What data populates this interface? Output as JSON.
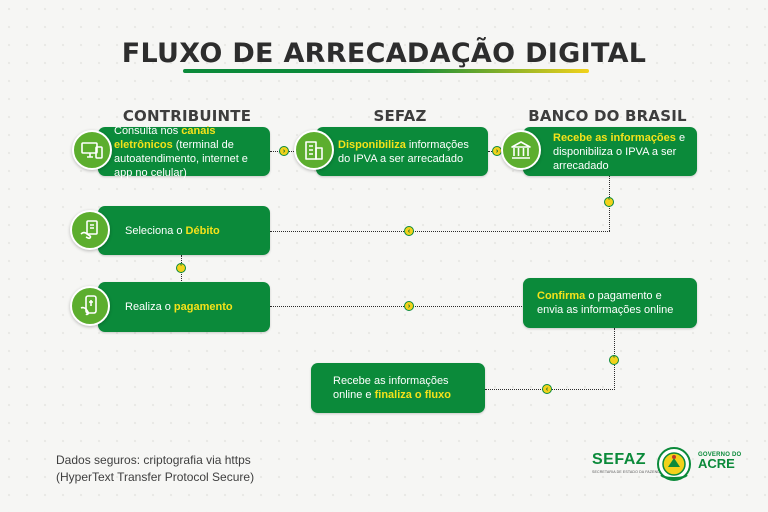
{
  "title": "FLUXO DE ARRECADAÇÃO DIGITAL",
  "columns": {
    "contribuinte": "CONTRIBUINTE",
    "sefaz": "SEFAZ",
    "banco": "BANCO DO BRASIL"
  },
  "steps": {
    "consulta": {
      "before": "Consulta nos ",
      "highlight": "canais eletrônicos",
      "after": " (terminal de autoatendimento, internet e app no celular)"
    },
    "disponibiliza": {
      "highlight": "Disponibiliza",
      "after": " informações do IPVA a ser arrecadado"
    },
    "recebe_bb": {
      "highlight": "Recebe as informações",
      "after": " e disponibiliza o IPVA a ser arrecadado"
    },
    "seleciona": {
      "before": "Seleciona o ",
      "highlight": "Débito"
    },
    "realiza": {
      "before": "Realiza o ",
      "highlight": "pagamento"
    },
    "confirma": {
      "highlight": "Confirma",
      "after": " o pagamento e envia as informações online"
    },
    "finaliza": {
      "before": "Recebe as informações online e ",
      "highlight": "finaliza o fluxo"
    }
  },
  "footer": {
    "line1": "Dados seguros: criptografia via https",
    "line2": "(HyperText Transfer Protocol Secure)"
  },
  "logos": {
    "sefaz": "SEFAZ",
    "sefaz_sub": "SECRETARIA DE ESTADO DA FAZENDA",
    "gov_top": "GOVERNO DO",
    "gov_main": "ACRE"
  },
  "icons": [
    "computer-phone-icon",
    "building-icon",
    "bank-icon",
    "document-hand-icon",
    "phone-payment-icon"
  ],
  "colors": {
    "green": "#0b8a3a",
    "badge_green": "#5cae2e",
    "highlight_yellow": "#f5e21a",
    "node_yellow": "#f2d21b"
  }
}
